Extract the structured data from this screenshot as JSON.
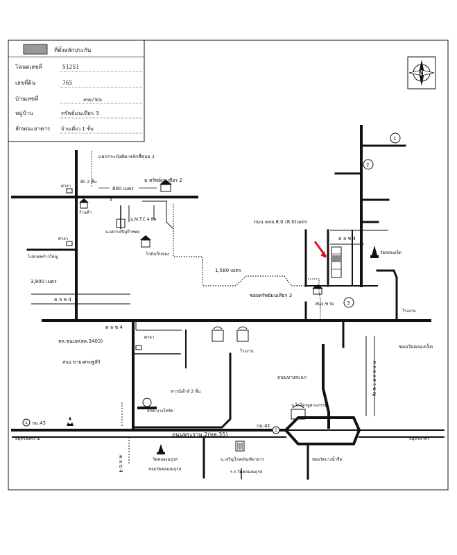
{
  "legend": {
    "title": "ที่ตั้งหลักประกัน",
    "rows": [
      {
        "label": "โฉนดเลขที่",
        "value": "51251"
      },
      {
        "label": "เลขที่ดิน",
        "value": "765"
      },
      {
        "label": "บ้านเลขที่",
        "value": "๙๗/๒๖"
      },
      {
        "label": "หมู่บ้าน",
        "value": "ทรัพย์มนเทียร 3"
      },
      {
        "label": "ลักษณะอาคาร",
        "value": "บ้านเดี่ยว 1 ชั้น"
      }
    ]
  },
  "compass": {
    "letter": "N"
  },
  "markers": {
    "m1": "1",
    "m2": "2",
    "m3": "3",
    "m1b": "1",
    "m1c": "1"
  },
  "labels": {
    "intersection1": "แยกกระบังตัด-หลักสี่ซอย 1",
    "sala2": "ศาลา",
    "grocery": "ร้านค้า",
    "building2": "ตึก 2 ชั้น",
    "dist600": "800 เมตร",
    "village2": "ม.ทรัพย์มนเทียร 2",
    "umtc": "ม.M.T.C 4 ทิศ",
    "mansion": "บ.มหาเจริญก๊าซพอ",
    "sala_left": "ศาลา",
    "pak_road": "ไปลาดพร้าวใหญ่",
    "warehouse": "โกดังเก็บของ",
    "dist1580": "1,580 เมตร",
    "dist3800": "3,800 เมตร",
    "klb_left": "ค ล  ช  4",
    "road_label": "ถนน คสล.8.0 (8.0)เมตร",
    "klb_right": "ค  ล  ช  4",
    "temple_right": "วัดคลองเจ็ด",
    "soi3": "ซอยทรัพย์มนเทียร 3",
    "sanong": "สนง.ขาย",
    "factory_right": "โรงงาน",
    "klb_mid": "ค  ล  ช  4",
    "soi_temple": "ซอยวัดคลองเจ็ด",
    "thanon_3403": "ทล.ชนบท(สค.3403)",
    "factory_mid": "โรงงาน",
    "sala_mid": "ศาลา",
    "office": "สนง.ขายเศรษฐสิริ",
    "townhouse": "ทาวน์เฮ้าส์ 2 ชั้น",
    "road_bang": "ถนนบางสะแก",
    "school": "สภด.บางโทรัด",
    "bangkok_bank": "บ.โกโดรลูคานกรรม",
    "km43": "กม.43",
    "samut_left": "สมุทรสงคราม",
    "main_road": "ถนนพระราม 2(ทล.35)",
    "km41": "กม.41",
    "samut_right": "สมุทรสาคร",
    "klb_vert": "ค  ล  ช  4",
    "klb_vert2": "ค ล อ ง ส า ม ญ",
    "temple_bottom": "วัดคลองมธุรส",
    "soi_temple_bottom": "ซอยวัดคลองมธุรส",
    "bank_bottom": "บ.เจริญโภคภัณฑ์อาหาร",
    "school_bottom": "ร.ร.วัดคลองมธุรส",
    "soi_bangnamjon": "ซอยวัดบางน้ำจืด"
  }
}
